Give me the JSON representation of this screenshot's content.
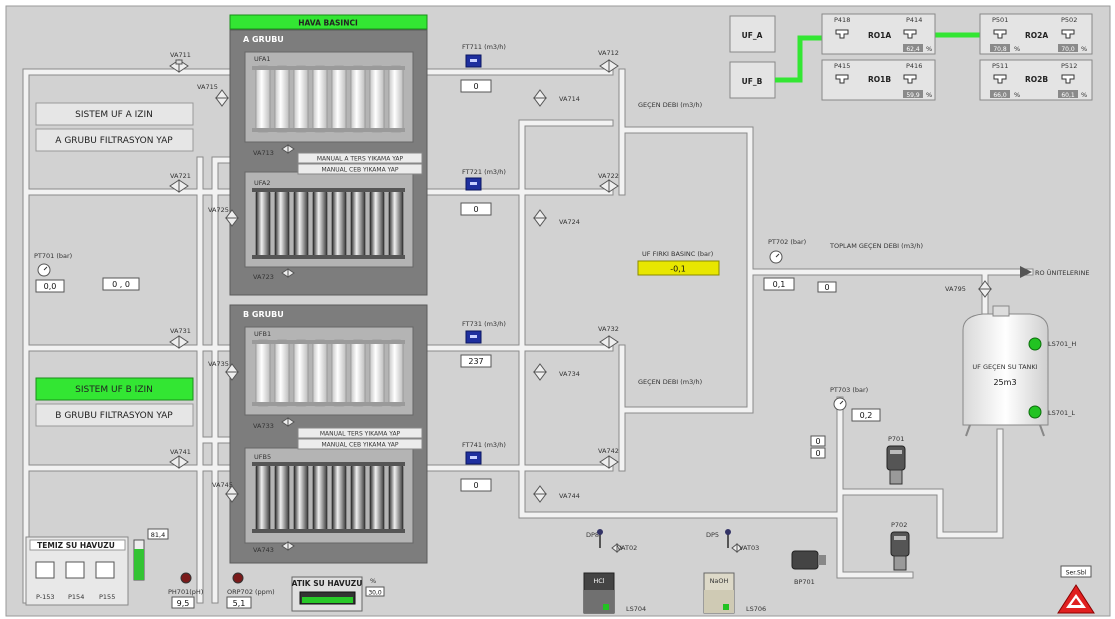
{
  "colors": {
    "background": "#d2d2d2",
    "pipe": "#f2f2f2",
    "pipe_edge": "#8a8a8a",
    "group_panel": "#7d7d7d",
    "status_green": "#33e633",
    "highlight_yellow": "#e8e600",
    "flow_meter_blue": "#1e2f9e",
    "led_green": "#22c322",
    "alarm_red": "#e02020"
  },
  "header": {
    "title": "HAVA BASINCI"
  },
  "groups": {
    "a": {
      "title": "A GRUBU"
    },
    "b": {
      "title": "B GRUBU"
    }
  },
  "modules": [
    {
      "name": "UFA1",
      "drain_valve": "VA713"
    },
    {
      "name": "UFA2",
      "drain_valve": "VA723"
    },
    {
      "name": "UFB1",
      "drain_valve": "VA733"
    },
    {
      "name": "UFB5",
      "drain_valve": "VA743"
    }
  ],
  "flow_meters": [
    {
      "label": "FT711 (m3/h)",
      "value": "0"
    },
    {
      "label": "FT721 (m3/h)",
      "value": "0"
    },
    {
      "label": "FT731 (m3/h)",
      "value": "237"
    },
    {
      "label": "FT741 (m3/h)",
      "value": "0"
    }
  ],
  "valves": {
    "inlet": [
      "VA711",
      "VA721",
      "VA731",
      "VA741"
    ],
    "side": [
      "VA715",
      "VA725",
      "VA735",
      "VA745"
    ],
    "permeate": [
      "VA712",
      "VA722",
      "VA732",
      "VA742"
    ],
    "backwash": [
      "VA714",
      "VA724",
      "VA734",
      "VA744"
    ],
    "tank_outlet": "VA795",
    "dosing_1": "VAT02",
    "dosing_2": "VAT03"
  },
  "buttons": {
    "sistem_uf_a": "SISTEM UF A  IZIN",
    "a_filtrasyon": "A GRUBU FILTRASYON YAP",
    "sistem_uf_b": "SISTEM UF B  IZIN",
    "b_filtrasyon": "B GRUBU FILTRASYON YAP",
    "a_manual_backwash": "MANUAL A  TERS YIKAMA YAP",
    "a_manual_chem": "MANUAL CEB YIKAMA YAP",
    "b_manual_backwash": "MANUAL TERS YIKAMA YAP",
    "b_manual_chem": "MANUAL CEB YIKAMA YAP"
  },
  "pressure": {
    "pt701": {
      "label": "PT701 (bar)",
      "value": "0,0"
    },
    "pt702": {
      "label": "PT702 (bar)",
      "value": "0,1"
    },
    "pt703": {
      "label": "PT703 (bar)",
      "value": "0,2"
    },
    "pt701_extra": "0 , 0"
  },
  "permeate_flow": {
    "a": "GEÇEN DEBI (m3/h)",
    "b": "GEÇEN DEBI (m3/h)",
    "total": "TOPLAM GEÇEN DEBI (m3/h)",
    "total_value": "0"
  },
  "diff_pressure": {
    "label": "UF FIRKI BASINC (bar)",
    "value": "-0,1"
  },
  "ro_feed": {
    "label": "RO ÜNITELERINE"
  },
  "uf_selectors": {
    "uf_a": "UF_A",
    "uf_b": "UF_B"
  },
  "ro_units": [
    {
      "name": "RO1A",
      "left_tag": "P418",
      "right_tag": "P414",
      "value": "62,4",
      "unit": "%"
    },
    {
      "name": "RO1B",
      "left_tag": "P415",
      "right_tag": "P416",
      "value": "59,9",
      "unit": "%"
    },
    {
      "name": "RO2A",
      "left_tag": "P501",
      "right_tag": "P502",
      "left_value": "70,8",
      "right_value": "70,0",
      "unit": "%"
    },
    {
      "name": "RO2B",
      "left_tag": "P511",
      "right_tag": "P512",
      "left_value": "66,0",
      "right_value": "60,1",
      "unit": "%"
    }
  ],
  "tank": {
    "title": "UF GEÇEN SU TANKI",
    "volume": "25m3",
    "level_high": "LS701_H",
    "level_low": "LS701_L"
  },
  "counters": [
    "0",
    "0"
  ],
  "pumps": {
    "p701": "P701",
    "p702": "P702",
    "bp701": "BP701"
  },
  "clean_water_tank": {
    "title": "TEMIZ SU HAVUZU",
    "level": "81,4",
    "pumps": [
      "P-153",
      "P154",
      "P155"
    ]
  },
  "chem_tanks": [
    {
      "name": "HCl",
      "dosing_pump": "DP8",
      "level_switch": "LS704"
    },
    {
      "name": "NaOH",
      "dosing_pump": "DP5",
      "level_switch": "LS706"
    }
  ],
  "analyzers": [
    {
      "label": "PH701(pH)",
      "value": "9,5"
    },
    {
      "label": "ORP702 (ppm)",
      "value": "5,1"
    }
  ],
  "waste_tank": {
    "title": "ATIK SU HAVUZU",
    "value": "30,0",
    "unit": "%"
  },
  "alarm": {
    "label": "Ser.Sbl"
  }
}
